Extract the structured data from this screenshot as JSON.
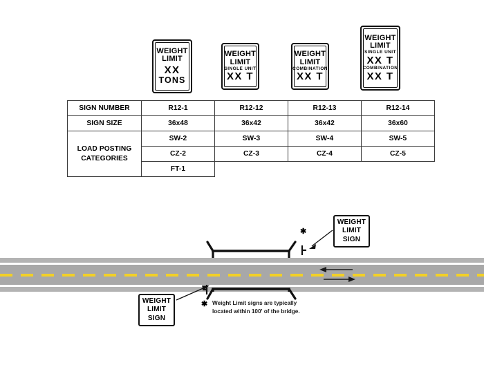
{
  "signs": [
    {
      "id": "R12-1",
      "lines": [
        {
          "text": "WEIGHT",
          "style": "head"
        },
        {
          "text": "LIMIT",
          "style": "head"
        },
        {
          "text": "XX",
          "style": "big"
        },
        {
          "text": "TONS",
          "style": "med"
        }
      ]
    },
    {
      "id": "R12-12",
      "lines": [
        {
          "text": "WEIGHT",
          "style": "head"
        },
        {
          "text": "LIMIT",
          "style": "head"
        },
        {
          "text": "SINGLE  UNIT",
          "style": "sub"
        },
        {
          "text": "XX T",
          "style": "big"
        }
      ]
    },
    {
      "id": "R12-13",
      "lines": [
        {
          "text": "WEIGHT",
          "style": "head"
        },
        {
          "text": "LIMIT",
          "style": "head"
        },
        {
          "text": "COMBINATION",
          "style": "sub"
        },
        {
          "text": "XX T",
          "style": "big"
        }
      ]
    },
    {
      "id": "R12-14",
      "lines": [
        {
          "text": "WEIGHT",
          "style": "head"
        },
        {
          "text": "LIMIT",
          "style": "head"
        },
        {
          "text": "SINGLE  UNIT",
          "style": "sub"
        },
        {
          "text": "XX T",
          "style": "big"
        },
        {
          "text": "COMBINATION",
          "style": "sub"
        },
        {
          "text": "XX T",
          "style": "big"
        }
      ]
    }
  ],
  "table": {
    "rows": [
      {
        "header": "SIGN NUMBER",
        "cells": [
          "R12-1",
          "R12-12",
          "R12-13",
          "R12-14"
        ]
      },
      {
        "header": "SIGN SIZE",
        "cells": [
          "36x48",
          "36x42",
          "36x42",
          "36x60"
        ]
      }
    ],
    "category_header_line1": "LOAD POSTING",
    "category_header_line2": "CATEGORIES",
    "category_rows": [
      [
        "SW-2",
        "SW-3",
        "SW-4",
        "SW-5"
      ],
      [
        "CZ-2",
        "CZ-3",
        "CZ-4",
        "CZ-5"
      ],
      [
        "FT-1",
        "",
        "",
        ""
      ]
    ]
  },
  "diagram": {
    "callout_top": {
      "line1": "WEIGHT",
      "line2": "LIMIT",
      "line3": "SIGN"
    },
    "callout_bottom": {
      "line1": "WEIGHT",
      "line2": "LIMIT",
      "line3": "SIGN"
    },
    "asterisk": "✱",
    "footnote": {
      "mark": "✱",
      "line1": "Weight Limit signs are typically",
      "line2": "located within 100' of the bridge."
    }
  },
  "colors": {
    "road_surface": "#a8a8a8",
    "road_shoulder": "#b3b3b3",
    "edge_line": "#ffffff",
    "center_line": "#f2d027",
    "ink": "#111111",
    "table_border": "#3a3a3a"
  }
}
